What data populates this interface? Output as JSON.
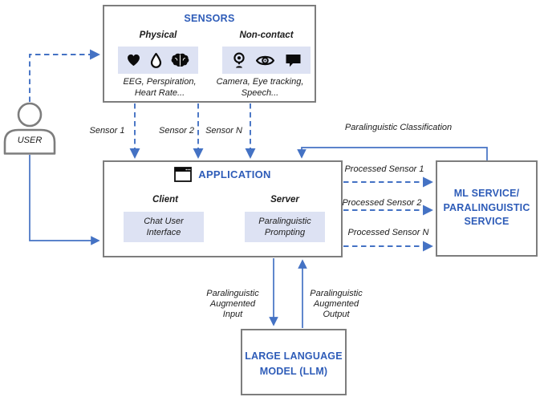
{
  "colors": {
    "accent_blue": "#2e5cb8",
    "arrow_blue": "#4472c4",
    "border_gray": "#7d7d7d",
    "panel_lavender": "#dde2f3",
    "ink": "#1c1c1c"
  },
  "user": {
    "label": "USER"
  },
  "sensors": {
    "title": "SENSORS",
    "physical": {
      "heading": "Physical",
      "icons": [
        "heart-icon",
        "droplet-icon",
        "brain-icon"
      ],
      "caption": [
        "EEG, Perspiration,",
        "Heart Rate..."
      ]
    },
    "non_contact": {
      "heading": "Non-contact",
      "icons": [
        "webcam-icon",
        "eye-icon",
        "speech-bubble-icon"
      ],
      "caption": [
        "Camera, Eye tracking,",
        "Speech..."
      ]
    }
  },
  "application": {
    "title": "APPLICATION",
    "icon": "window-icon",
    "client": {
      "heading": "Client",
      "module": [
        "Chat User",
        "Interface"
      ]
    },
    "server": {
      "heading": "Server",
      "module": [
        "Paralinguistic",
        "Prompting"
      ]
    }
  },
  "ml_service": {
    "title": [
      "ML SERVICE/",
      "PARALINGUISTIC",
      "SERVICE"
    ]
  },
  "llm": {
    "title": [
      "LARGE LANGUAGE",
      "MODEL (LLM)"
    ]
  },
  "edges": {
    "sensor_1": "Sensor 1",
    "sensor_2": "Sensor 2",
    "sensor_n": "Sensor N",
    "paralinguistic_classification": "Paralinguistic Classification",
    "processed_sensor_1": "Processed Sensor 1",
    "processed_sensor_2": "Processed Sensor 2",
    "processed_sensor_n": "Processed Sensor N",
    "paralinguistic_augmented_input": [
      "Paralinguistic",
      "Augmented",
      "Input"
    ],
    "paralinguistic_augmented_output": [
      "Paralinguistic",
      "Augmented",
      "Output"
    ]
  }
}
